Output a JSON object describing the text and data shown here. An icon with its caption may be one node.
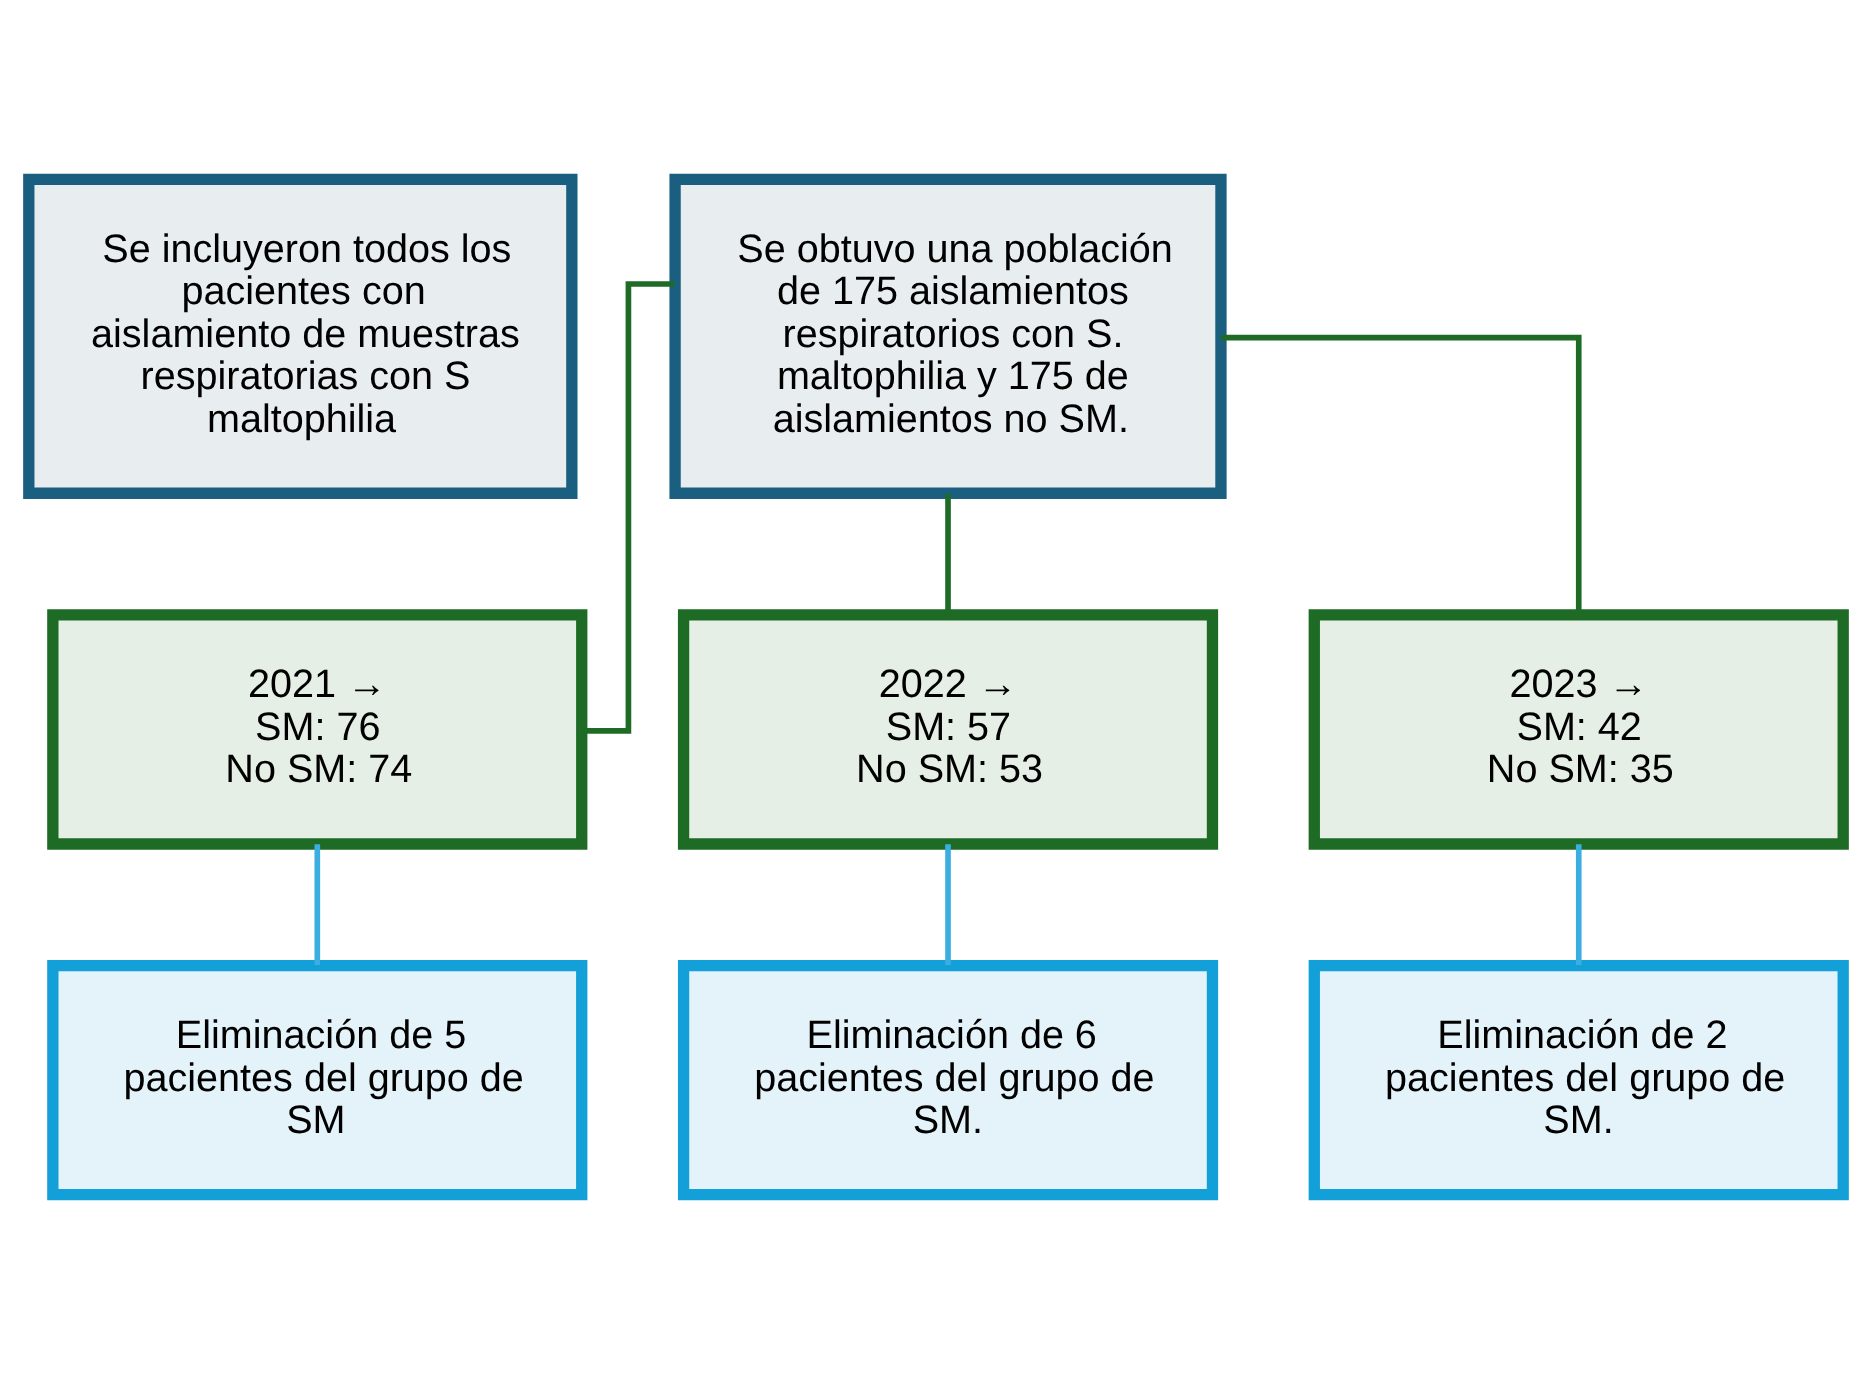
{
  "diagram": {
    "nodes": [
      {
        "text": [
          "Se incluyeron todos los pacientes con aislamiento de muestras respiratorias con S maltophilia"
        ]
      },
      {
        "text": [
          "Se obtuvo una población de 175 aislamientos respiratorios con S. maltophilia y 175 de aislamientos no SM."
        ]
      },
      {
        "text": [
          "2021 →",
          "SM: 76",
          "No SM: 74"
        ]
      },
      {
        "text": [
          "2022 →",
          "SM: 57",
          "No SM: 53"
        ]
      },
      {
        "text": [
          "2023 →",
          "SM: 42",
          "No SM: 35"
        ]
      },
      {
        "text": [
          "Eliminación de 5 pacientes del grupo de SM"
        ]
      },
      {
        "text": [
          "Eliminación de 6 pacientes del grupo de SM."
        ]
      },
      {
        "text": [
          "Eliminación de 2 pacientes del grupo de SM."
        ]
      }
    ],
    "edges": [
      {
        "from": 1,
        "to": 2,
        "arrow": "none",
        "color": "#1e6b26"
      },
      {
        "from": 1,
        "to": 3,
        "arrow": "none",
        "color": "#1e6b26"
      },
      {
        "from": 1,
        "to": 4,
        "arrow": "none",
        "color": "#1e6b26"
      },
      {
        "from": 2,
        "to": 5,
        "arrow": "none",
        "color": "#3aaee0"
      },
      {
        "from": 3,
        "to": 6,
        "arrow": "none",
        "color": "#3aaee0"
      },
      {
        "from": 4,
        "to": 7,
        "arrow": "none",
        "color": "#3aaee0"
      }
    ]
  }
}
